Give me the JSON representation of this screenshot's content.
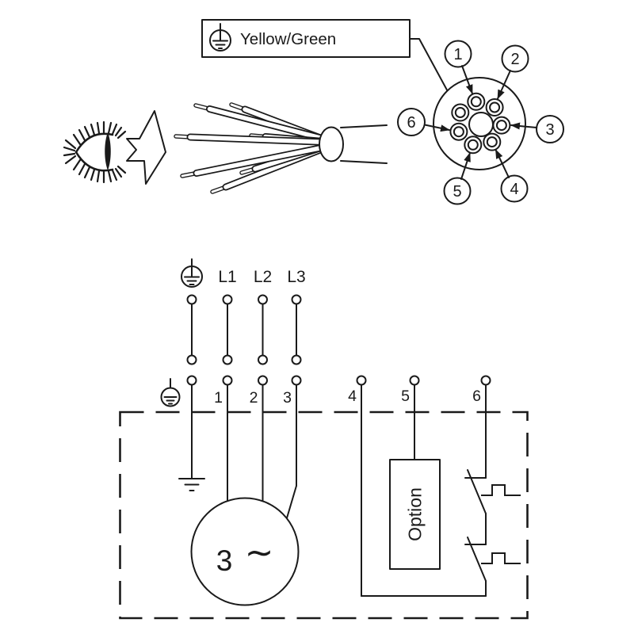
{
  "figure": {
    "type": "wiring-diagram",
    "label_box": {
      "text": "Yellow/Green"
    },
    "connector": {
      "callouts": [
        "1",
        "2",
        "3",
        "4",
        "5",
        "6"
      ],
      "pin_count": 7
    },
    "schematic": {
      "phase_labels": [
        "L1",
        "L2",
        "L3"
      ],
      "wire_numbers": [
        "1",
        "2",
        "3",
        "4",
        "5",
        "6"
      ],
      "motor": {
        "label": "3",
        "phase_symbol": "∼"
      },
      "option_box": {
        "label": "Option"
      }
    },
    "colors": {
      "line": "#1a1a1a",
      "background": "#ffffff"
    }
  }
}
